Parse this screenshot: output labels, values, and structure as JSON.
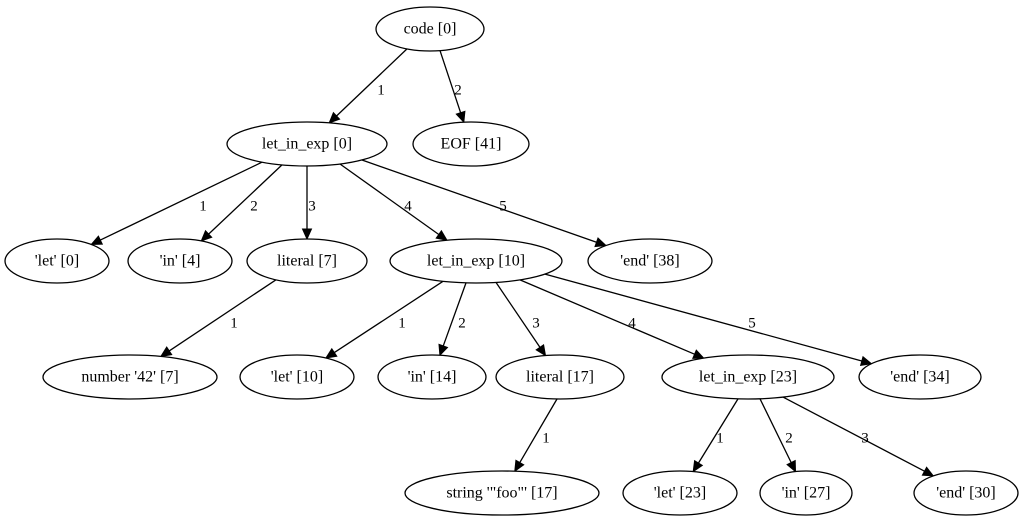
{
  "graph": {
    "type": "parse-tree",
    "nodes": [
      {
        "id": "n_code",
        "label": "code [0]"
      },
      {
        "id": "n_let_in_exp_0",
        "label": "let_in_exp [0]"
      },
      {
        "id": "n_eof",
        "label": "EOF [41]"
      },
      {
        "id": "n_let_0",
        "label": "'let' [0]"
      },
      {
        "id": "n_in_4",
        "label": "'in' [4]"
      },
      {
        "id": "n_literal_7",
        "label": "literal [7]"
      },
      {
        "id": "n_let_in_exp_10",
        "label": "let_in_exp [10]"
      },
      {
        "id": "n_end_38",
        "label": "'end' [38]"
      },
      {
        "id": "n_number_42",
        "label": "number '42' [7]"
      },
      {
        "id": "n_let_10",
        "label": "'let' [10]"
      },
      {
        "id": "n_in_14",
        "label": "'in' [14]"
      },
      {
        "id": "n_literal_17",
        "label": "literal [17]"
      },
      {
        "id": "n_let_in_exp_23",
        "label": "let_in_exp [23]"
      },
      {
        "id": "n_end_34",
        "label": "'end' [34]"
      },
      {
        "id": "n_string_foo",
        "label": "string '\"foo\"' [17]"
      },
      {
        "id": "n_let_23",
        "label": "'let' [23]"
      },
      {
        "id": "n_in_27",
        "label": "'in' [27]"
      },
      {
        "id": "n_end_30",
        "label": "'end' [30]"
      }
    ],
    "edges": [
      {
        "from": "n_code",
        "to": "n_let_in_exp_0",
        "label": "1"
      },
      {
        "from": "n_code",
        "to": "n_eof",
        "label": "2"
      },
      {
        "from": "n_let_in_exp_0",
        "to": "n_let_0",
        "label": "1"
      },
      {
        "from": "n_let_in_exp_0",
        "to": "n_in_4",
        "label": "2"
      },
      {
        "from": "n_let_in_exp_0",
        "to": "n_literal_7",
        "label": "3"
      },
      {
        "from": "n_let_in_exp_0",
        "to": "n_let_in_exp_10",
        "label": "4"
      },
      {
        "from": "n_let_in_exp_0",
        "to": "n_end_38",
        "label": "5"
      },
      {
        "from": "n_literal_7",
        "to": "n_number_42",
        "label": "1"
      },
      {
        "from": "n_let_in_exp_10",
        "to": "n_let_10",
        "label": "1"
      },
      {
        "from": "n_let_in_exp_10",
        "to": "n_in_14",
        "label": "2"
      },
      {
        "from": "n_let_in_exp_10",
        "to": "n_literal_17",
        "label": "3"
      },
      {
        "from": "n_let_in_exp_10",
        "to": "n_let_in_exp_23",
        "label": "4"
      },
      {
        "from": "n_let_in_exp_10",
        "to": "n_end_34",
        "label": "5"
      },
      {
        "from": "n_literal_17",
        "to": "n_string_foo",
        "label": "1"
      },
      {
        "from": "n_let_in_exp_23",
        "to": "n_let_23",
        "label": "1"
      },
      {
        "from": "n_let_in_exp_23",
        "to": "n_in_27",
        "label": "2"
      },
      {
        "from": "n_let_in_exp_23",
        "to": "n_end_30",
        "label": "3"
      }
    ]
  }
}
